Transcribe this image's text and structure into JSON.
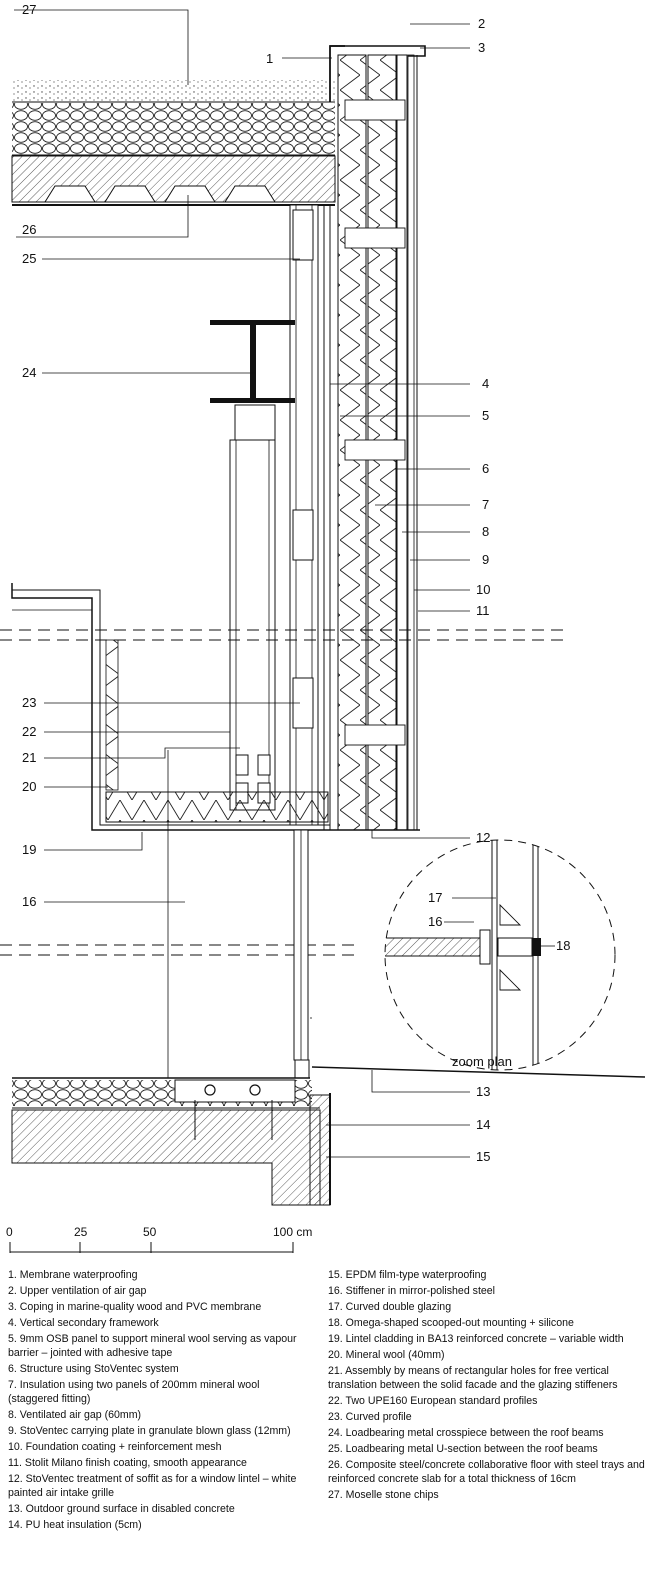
{
  "callouts": [
    "1",
    "2",
    "3",
    "4",
    "5",
    "6",
    "7",
    "8",
    "9",
    "10",
    "11",
    "12",
    "13",
    "14",
    "15",
    "16",
    "17",
    "18",
    "19",
    "20",
    "21",
    "22",
    "23",
    "24",
    "25",
    "26",
    "27"
  ],
  "zoom_label": "zoom plan",
  "scale_bar": {
    "labels": [
      "0",
      "25",
      "50",
      "100 cm"
    ]
  },
  "legend_left": [
    "1. Membrane waterproofing",
    "2. Upper ventilation of air gap",
    "3. Coping in marine-quality wood and PVC membrane",
    "4. Vertical secondary framework",
    "5. 9mm OSB panel to support mineral wool serving as vapour barrier – jointed with adhesive tape",
    "6. Structure using StoVentec system",
    "7. Insulation using two panels of 200mm mineral wool (staggered fitting)",
    "8. Ventilated air gap (60mm)",
    "9. StoVentec carrying plate in granulate blown glass (12mm)",
    "10. Foundation coating + reinforcement mesh",
    "11. Stolit Milano finish coating, smooth appearance",
    "12. StoVentec treatment of soffit as for a window lintel – white painted air intake grille",
    "13. Outdoor ground surface in disabled concrete",
    "14. PU heat insulation (5cm)"
  ],
  "legend_right": [
    "15. EPDM film-type waterproofing",
    "16. Stiffener in mirror-polished steel",
    "17. Curved double glazing",
    "18. Omega-shaped scooped-out mounting + silicone",
    "19. Lintel cladding in BA13 reinforced concrete – variable width",
    "20. Mineral wool (40mm)",
    "21. Assembly by means of rectangular holes for free vertical translation between the solid facade and the glazing stiffeners",
    "22. Two UPE160 European standard profiles",
    "23. Curved profile",
    "24. Loadbearing metal crosspiece between the roof beams",
    "25. Loadbearing metal U-section between the roof beams",
    "26. Composite steel/concrete collaborative floor with steel trays and reinforced concrete slab for a total thickness of 16cm",
    "27. Moselle stone chips"
  ]
}
